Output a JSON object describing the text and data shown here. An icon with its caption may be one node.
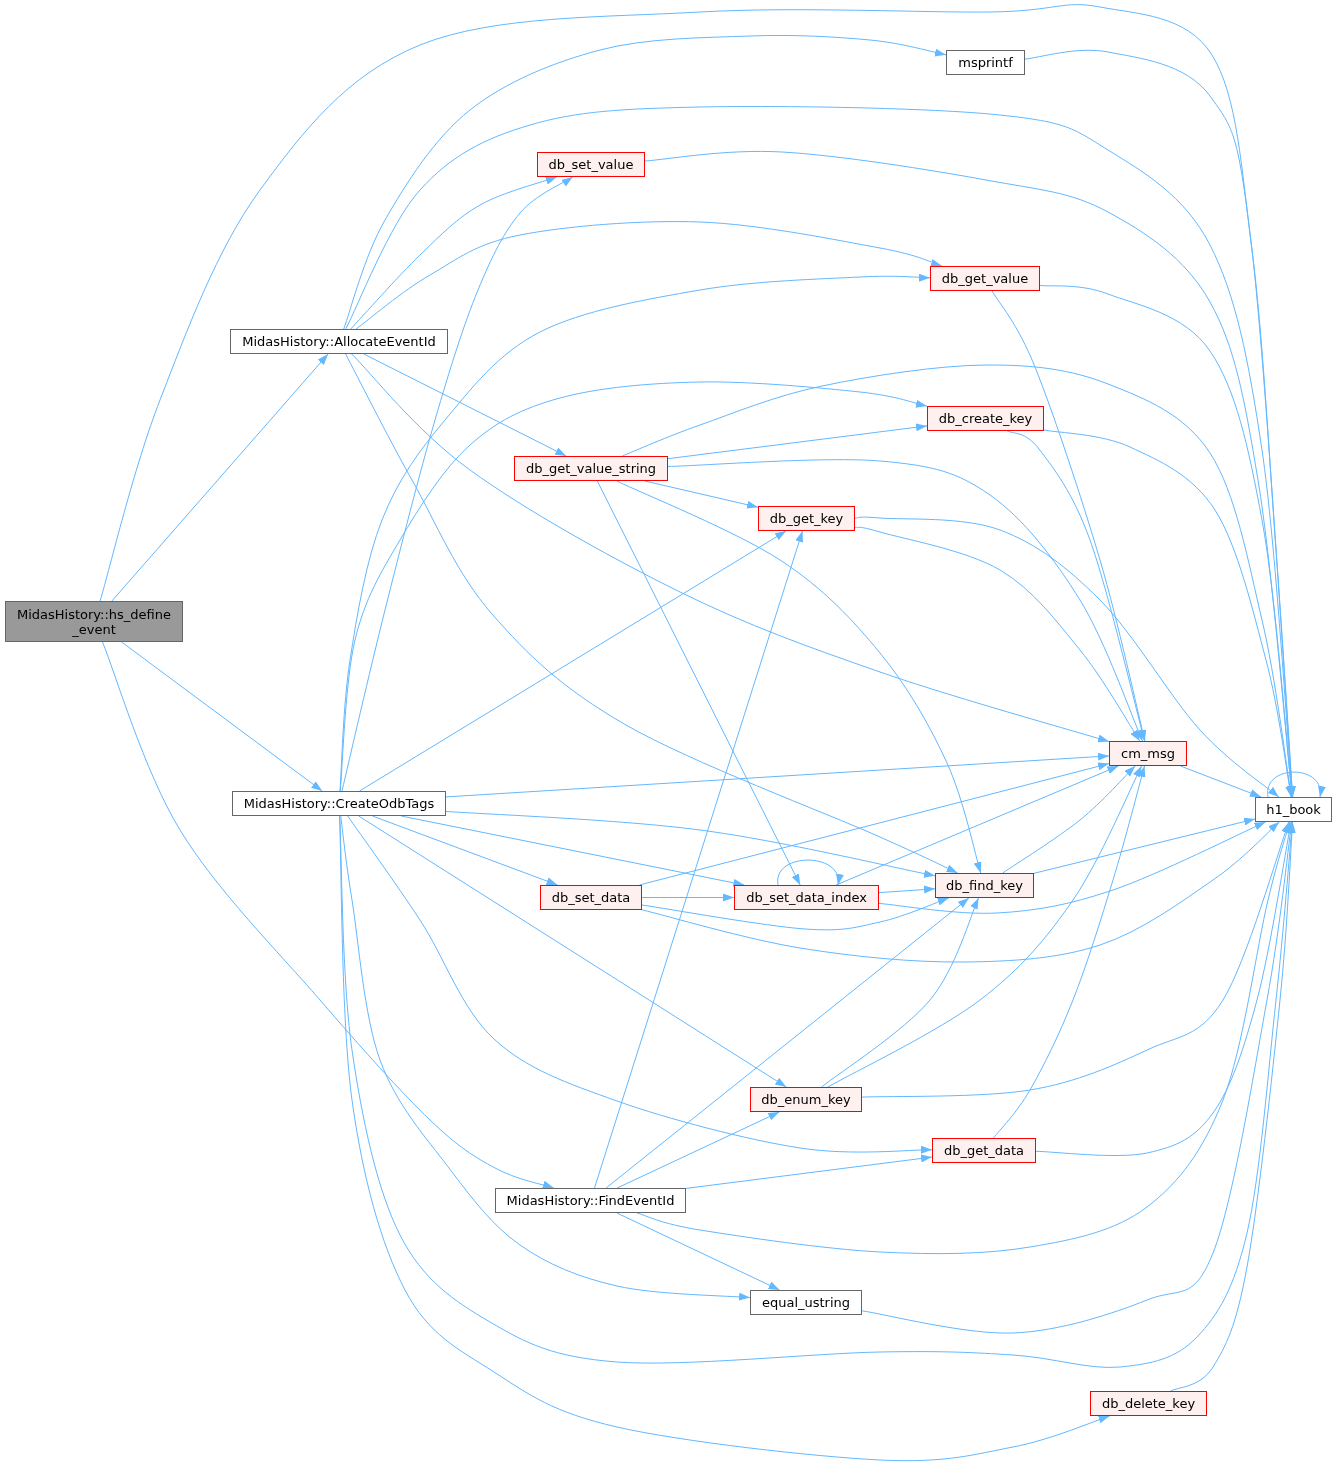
{
  "diagram": {
    "nodes": [
      {
        "text": [
          "MidasHistory::hs_define _event"
        ]
      },
      {
        "text": [
          "MidasHistory::AllocateEventId"
        ]
      },
      {
        "text": [
          "MidasHistory::CreateOdbTags"
        ]
      },
      {
        "text": [
          "MidasHistory::FindEventId"
        ]
      },
      {
        "text": [
          "msprintf"
        ]
      },
      {
        "text": [
          "db_set_value"
        ]
      },
      {
        "text": [
          "db_get_value"
        ]
      },
      {
        "text": [
          "db_create_key"
        ]
      },
      {
        "text": [
          "db_get_value_string"
        ]
      },
      {
        "text": [
          "db_get_key"
        ]
      },
      {
        "text": [
          "cm_msg"
        ]
      },
      {
        "text": [
          "h1_book"
        ]
      },
      {
        "text": [
          "db_set_data"
        ]
      },
      {
        "text": [
          "db_set_data_index"
        ]
      },
      {
        "text": [
          "db_find_key"
        ]
      },
      {
        "text": [
          "db_enum_key"
        ]
      },
      {
        "text": [
          "db_get_data"
        ]
      },
      {
        "text": [
          "equal_ustring"
        ]
      },
      {
        "text": [
          "db_delete_key"
        ]
      }
    ],
    "edges": [
      {
        "from": 0,
        "to": 11,
        "arrow": "to"
      },
      {
        "from": 0,
        "to": 1,
        "arrow": "to"
      },
      {
        "from": 0,
        "to": 2,
        "arrow": "to"
      },
      {
        "from": 0,
        "to": 3,
        "arrow": "to"
      },
      {
        "from": 1,
        "to": 4,
        "arrow": "to"
      },
      {
        "from": 1,
        "to": 11,
        "arrow": "to"
      },
      {
        "from": 1,
        "to": 5,
        "arrow": "to"
      },
      {
        "from": 1,
        "to": 6,
        "arrow": "to"
      },
      {
        "from": 1,
        "to": 8,
        "arrow": "to"
      },
      {
        "from": 1,
        "to": 10,
        "arrow": "to"
      },
      {
        "from": 1,
        "to": 14,
        "arrow": "to"
      },
      {
        "from": 2,
        "to": 5,
        "arrow": "to"
      },
      {
        "from": 2,
        "to": 6,
        "arrow": "to"
      },
      {
        "from": 2,
        "to": 7,
        "arrow": "to"
      },
      {
        "from": 2,
        "to": 9,
        "arrow": "to"
      },
      {
        "from": 2,
        "to": 10,
        "arrow": "to"
      },
      {
        "from": 2,
        "to": 14,
        "arrow": "to"
      },
      {
        "from": 2,
        "to": 13,
        "arrow": "to"
      },
      {
        "from": 2,
        "to": 12,
        "arrow": "to"
      },
      {
        "from": 2,
        "to": 15,
        "arrow": "to"
      },
      {
        "from": 2,
        "to": 16,
        "arrow": "to"
      },
      {
        "from": 2,
        "to": 17,
        "arrow": "to"
      },
      {
        "from": 2,
        "to": 11,
        "arrow": "to"
      },
      {
        "from": 2,
        "to": 18,
        "arrow": "to"
      },
      {
        "from": 3,
        "to": 9,
        "arrow": "to"
      },
      {
        "from": 3,
        "to": 14,
        "arrow": "to"
      },
      {
        "from": 3,
        "to": 15,
        "arrow": "to"
      },
      {
        "from": 3,
        "to": 16,
        "arrow": "to"
      },
      {
        "from": 3,
        "to": 11,
        "arrow": "to"
      },
      {
        "from": 3,
        "to": 17,
        "arrow": "to"
      },
      {
        "from": 4,
        "to": 11,
        "arrow": "to"
      },
      {
        "from": 5,
        "to": 11,
        "arrow": "to"
      },
      {
        "from": 6,
        "to": 10,
        "arrow": "to"
      },
      {
        "from": 6,
        "to": 11,
        "arrow": "to"
      },
      {
        "from": 7,
        "to": 10,
        "arrow": "to"
      },
      {
        "from": 7,
        "to": 11,
        "arrow": "to"
      },
      {
        "from": 8,
        "to": 11,
        "arrow": "to"
      },
      {
        "from": 8,
        "to": 7,
        "arrow": "to"
      },
      {
        "from": 8,
        "to": 9,
        "arrow": "to"
      },
      {
        "from": 8,
        "to": 10,
        "arrow": "to"
      },
      {
        "from": 8,
        "to": 14,
        "arrow": "to"
      },
      {
        "from": 8,
        "to": 13,
        "arrow": "to"
      },
      {
        "from": 9,
        "to": 10,
        "arrow": "to"
      },
      {
        "from": 9,
        "to": 11,
        "arrow": "to"
      },
      {
        "from": 10,
        "to": 11,
        "arrow": "to"
      },
      {
        "from": 11,
        "to": 11,
        "arrow": "to"
      },
      {
        "from": 12,
        "to": 10,
        "arrow": "to"
      },
      {
        "from": 12,
        "to": 13,
        "arrow": "to"
      },
      {
        "from": 12,
        "to": 14,
        "arrow": "to"
      },
      {
        "from": 12,
        "to": 11,
        "arrow": "to"
      },
      {
        "from": 13,
        "to": 13,
        "arrow": "to"
      },
      {
        "from": 13,
        "to": 14,
        "arrow": "to"
      },
      {
        "from": 13,
        "to": 10,
        "arrow": "to"
      },
      {
        "from": 13,
        "to": 11,
        "arrow": "to"
      },
      {
        "from": 14,
        "to": 10,
        "arrow": "to"
      },
      {
        "from": 14,
        "to": 11,
        "arrow": "to"
      },
      {
        "from": 15,
        "to": 14,
        "arrow": "to"
      },
      {
        "from": 15,
        "to": 10,
        "arrow": "to"
      },
      {
        "from": 15,
        "to": 11,
        "arrow": "to"
      },
      {
        "from": 16,
        "to": 10,
        "arrow": "to"
      },
      {
        "from": 16,
        "to": 11,
        "arrow": "to"
      },
      {
        "from": 17,
        "to": 11,
        "arrow": "to"
      },
      {
        "from": 18,
        "to": 11,
        "arrow": "to"
      }
    ]
  }
}
